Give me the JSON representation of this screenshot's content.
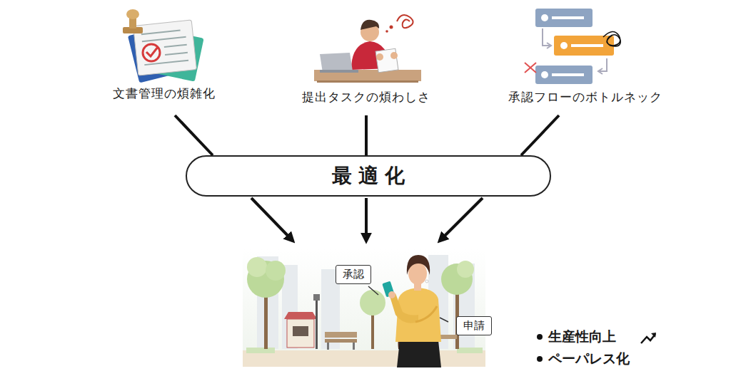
{
  "diagram": {
    "nodes": [
      {
        "text": [
          "文書管理の煩雑化"
        ]
      },
      {
        "text": [
          "提出タスクの煩わしさ"
        ]
      },
      {
        "text": [
          "承認フローのボトルネック"
        ]
      },
      {
        "text": [
          "最適化"
        ]
      },
      {
        "text": [
          "承認"
        ]
      },
      {
        "text": [
          "申請"
        ]
      }
    ],
    "edges": [
      {
        "from": 0,
        "to": 3,
        "arrow": "none"
      },
      {
        "from": 1,
        "to": 3,
        "arrow": "none"
      },
      {
        "from": 2,
        "to": 3,
        "arrow": "none"
      }
    ],
    "labels": [
      "生産性向上",
      "ペーパレス化"
    ]
  }
}
